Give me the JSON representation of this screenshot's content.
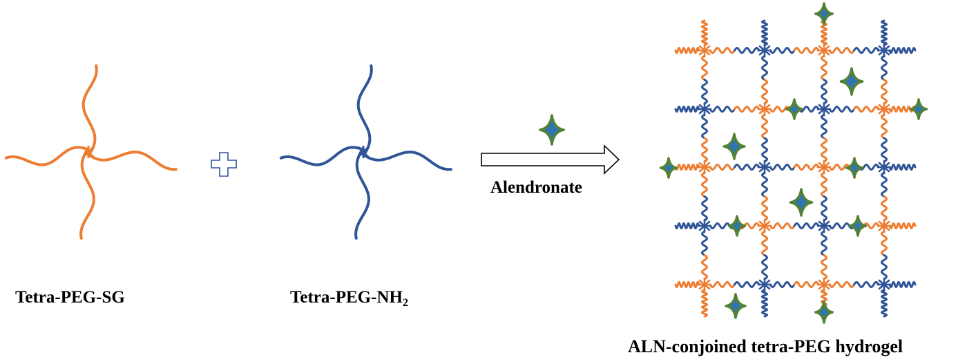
{
  "labels": {
    "precursor_sg": "Tetra-PEG-SG",
    "precursor_nh2_base": "Tetra-PEG-NH",
    "precursor_nh2_subscript": "2",
    "reagent": "Alendronate",
    "product": "ALN-conjoined tetra-PEG hydrogel"
  },
  "colors": {
    "peg_sg": "#ED7D31",
    "peg_nh2": "#2F5597",
    "drug_fill": "#2E75B6",
    "drug_outline": "#548235",
    "plus_outline": "#2F5597",
    "arrow_outline": "#000000"
  },
  "icons": [
    "plus-icon",
    "reaction-arrow-icon",
    "alendronate-star-icon"
  ]
}
